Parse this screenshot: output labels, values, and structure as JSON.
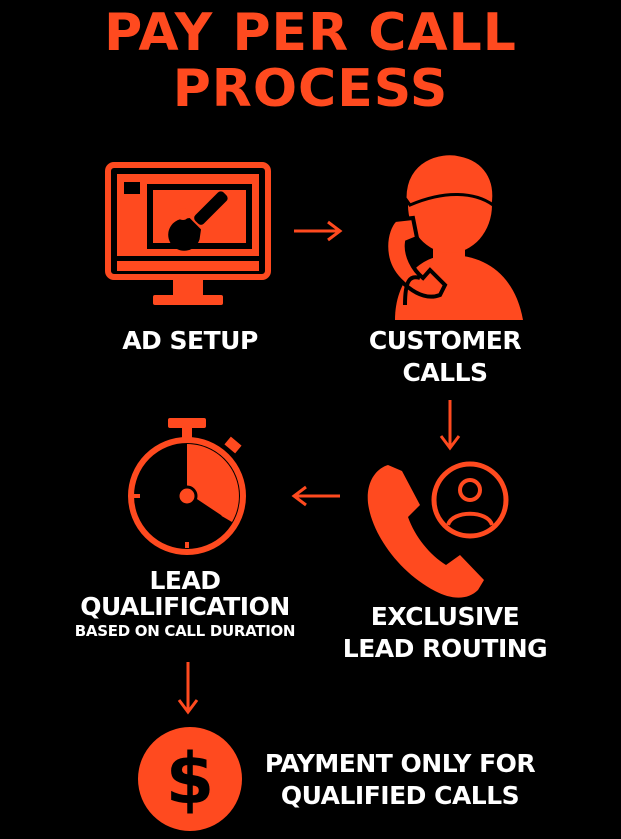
{
  "title": {
    "line1": "PAY PER CALL",
    "line2": "PROCESS"
  },
  "steps": {
    "ad_setup": {
      "label": "AD SETUP"
    },
    "customer_calls": {
      "line1": "CUSTOMER",
      "line2": "CALLS"
    },
    "lead_routing": {
      "line1": "EXCLUSIVE",
      "line2": "LEAD ROUTING"
    },
    "lead_qualification": {
      "line1": "LEAD",
      "line2": "QUALIFICATION",
      "sub": "BASED ON CALL DURATION"
    },
    "payment": {
      "line1": "PAYMENT ONLY FOR",
      "line2": "QUALIFIED CALLS"
    }
  },
  "icons": {
    "monitor": "monitor-wrench-icon",
    "caller": "person-phone-icon",
    "routing": "phone-user-icon",
    "timer": "stopwatch-icon",
    "payment": "dollar-coin-icon",
    "currency_symbol": "$"
  },
  "colors": {
    "accent": "#ff4a1f",
    "background": "#000000",
    "text": "#ffffff"
  }
}
